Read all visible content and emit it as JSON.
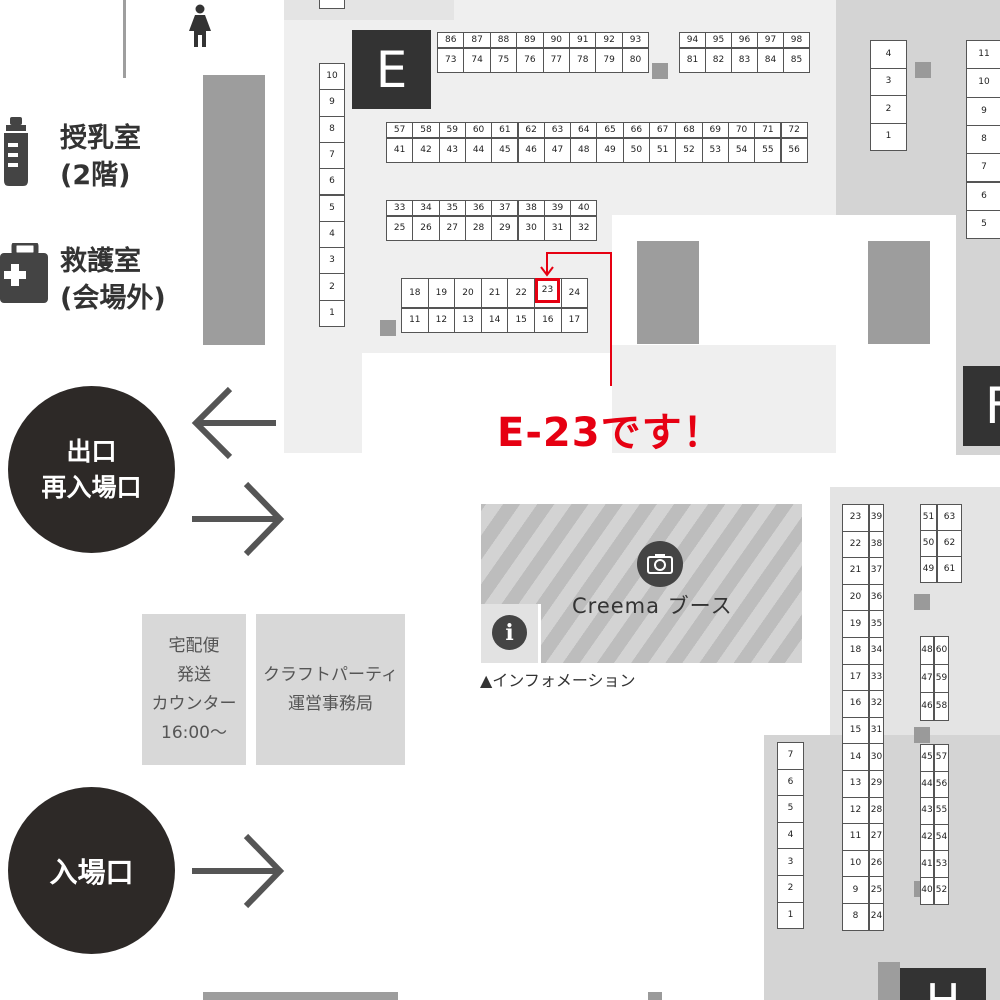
{
  "left_labels": {
    "nursing_room": [
      "授乳室",
      "(2階)"
    ],
    "first_aid_room": [
      "救護室",
      "(会場外)"
    ]
  },
  "exit_circle": [
    "出口",
    "再入場口"
  ],
  "entrance_circle": "入場口",
  "info_boxes": {
    "delivery_counter": [
      "宅配便",
      "発送",
      "カウンター",
      "16:00〜"
    ],
    "office": [
      "クラフトパーティ",
      "運営事務局"
    ]
  },
  "creema_booth": "Creema ブース",
  "information_label": "▲インフォメーション",
  "area_letters": {
    "E": "E",
    "F": "F",
    "H": "H"
  },
  "highlight": {
    "booth": "23",
    "label": "E-23です！",
    "color": "#e60012"
  },
  "icons": [
    "toilet-woman-icon",
    "baby-bottle-icon",
    "first-aid-kit-icon",
    "arrow-left-icon",
    "arrow-right-icon",
    "camera-icon",
    "info-icon"
  ],
  "colors": {
    "dark": "#2d2927",
    "accent": "#e60012",
    "zone_grey": "#d4d4d4",
    "floor_grey": "#efefef"
  },
  "booths": {
    "e_row1_top": [
      "86",
      "87",
      "88",
      "89",
      "90",
      "91",
      "92",
      "93"
    ],
    "e_row1_bottom": [
      "73",
      "74",
      "75",
      "76",
      "77",
      "78",
      "79",
      "80"
    ],
    "e_row1b_top": [
      "94",
      "95",
      "96",
      "97",
      "98"
    ],
    "e_row1b_bottom": [
      "81",
      "82",
      "83",
      "84",
      "85"
    ],
    "e_row2_top": [
      "57",
      "58",
      "59",
      "60",
      "61",
      "62",
      "63",
      "64",
      "65",
      "66",
      "67",
      "68",
      "69",
      "70",
      "71",
      "72"
    ],
    "e_row2_bottom": [
      "41",
      "42",
      "43",
      "44",
      "45",
      "46",
      "47",
      "48",
      "49",
      "50",
      "51",
      "52",
      "53",
      "54",
      "55",
      "56"
    ],
    "e_row3_top": [
      "33",
      "34",
      "35",
      "36",
      "37",
      "38",
      "39",
      "40"
    ],
    "e_row3_bottom": [
      "25",
      "26",
      "27",
      "28",
      "29",
      "30",
      "31",
      "32"
    ],
    "e_row4_top": [
      "18",
      "19",
      "20",
      "21",
      "22",
      "23",
      "24"
    ],
    "e_row4_bottom": [
      "11",
      "12",
      "13",
      "14",
      "15",
      "16",
      "17"
    ],
    "e_left_column": [
      "10",
      "9",
      "8",
      "7",
      "6",
      "5",
      "4",
      "3",
      "2",
      "1"
    ],
    "right_top_column": [
      "4",
      "3",
      "2",
      "1"
    ],
    "f_column": [
      "11",
      "10",
      "9",
      "8",
      "7",
      "6",
      "5"
    ],
    "h_col_a": [
      "23",
      "22",
      "21",
      "20",
      "19",
      "18",
      "17",
      "16",
      "15",
      "14",
      "13",
      "12",
      "11",
      "10",
      "9",
      "8"
    ],
    "h_col_b": [
      "39",
      "38",
      "37",
      "36",
      "35",
      "34",
      "33",
      "32",
      "31",
      "30",
      "29",
      "28",
      "27",
      "26",
      "25",
      "24"
    ],
    "h_pairs_1": [
      [
        "51",
        "63"
      ],
      [
        "50",
        "62"
      ],
      [
        "49",
        "61"
      ]
    ],
    "h_pairs_2": [
      [
        "48",
        "60"
      ],
      [
        "47",
        "59"
      ],
      [
        "46",
        "58"
      ]
    ],
    "h_pairs_3": [
      [
        "45",
        "57"
      ],
      [
        "44",
        "56"
      ],
      [
        "43",
        "55"
      ],
      [
        "42",
        "54"
      ],
      [
        "41",
        "53"
      ],
      [
        "40",
        "52"
      ]
    ],
    "h_left_column": [
      "7",
      "6",
      "5",
      "4",
      "3",
      "2",
      "1"
    ]
  }
}
